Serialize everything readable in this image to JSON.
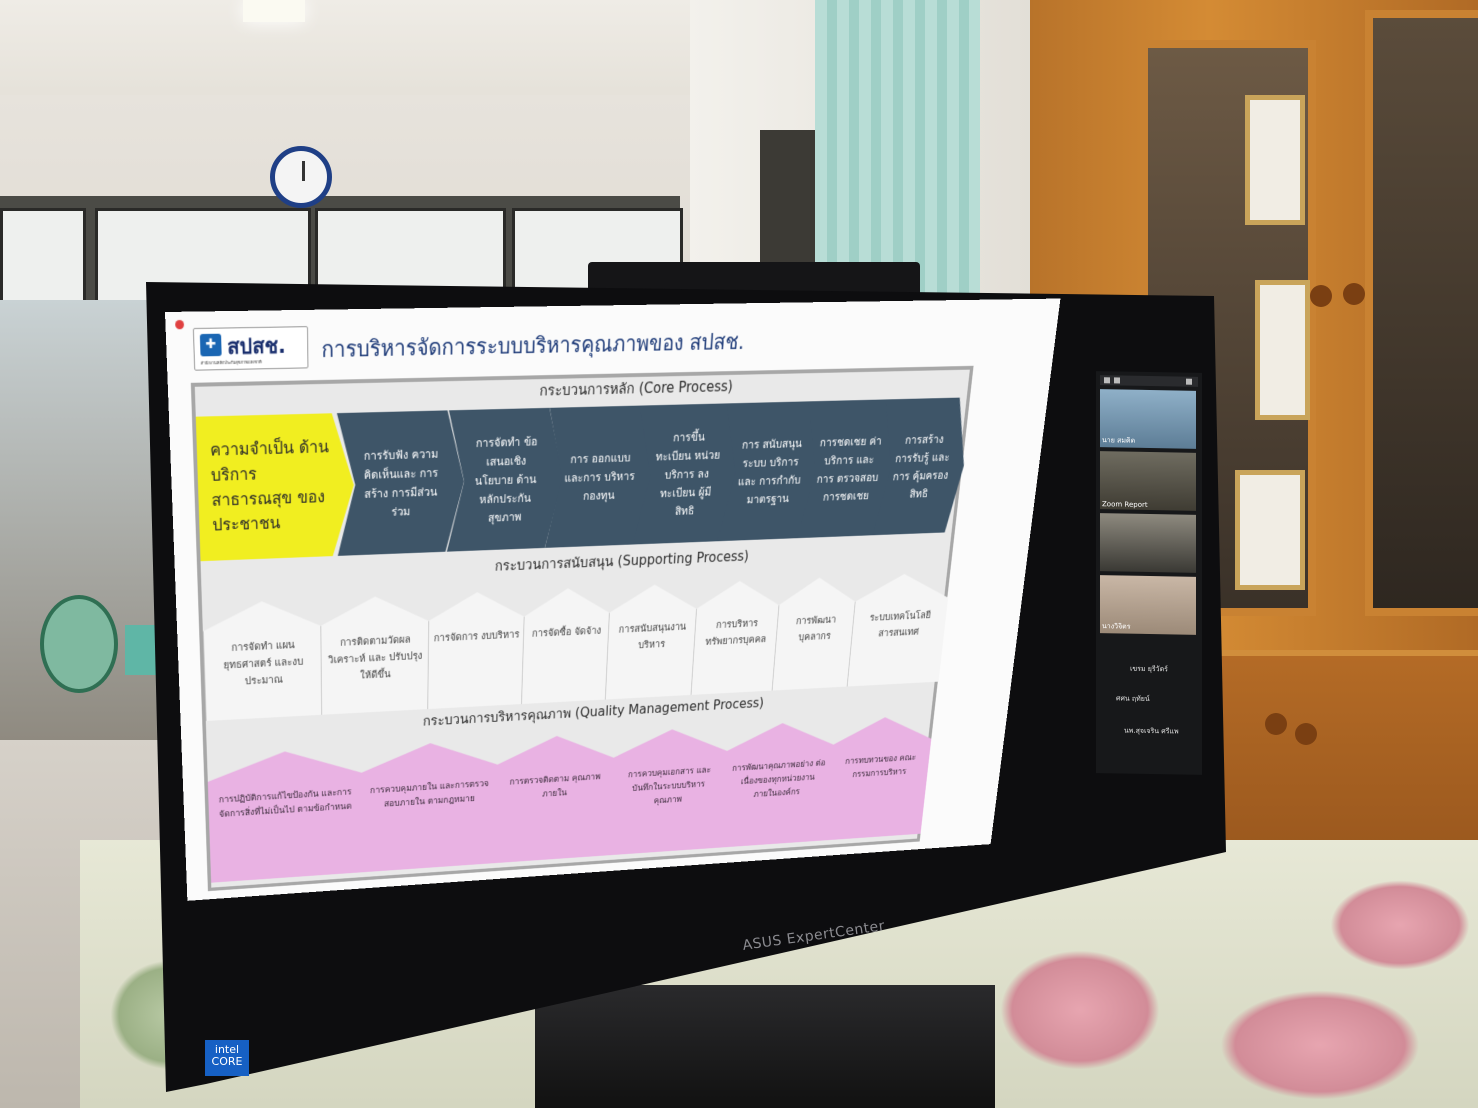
{
  "scene": {
    "monitor_brand": "ASUS ExpertCenter",
    "badge_text": "intel CORE"
  },
  "slide": {
    "logo_text": "สปสช.",
    "logo_subtext": "สำนักงานหลักประกันสุขภาพแห่งชาติ",
    "title": "การบริหารจัดการระบบบริหารคุณภาพของ สปสช.",
    "core_label": "กระบวนการหลัก (Core Process)",
    "need_text": "ความจำเป็น ด้านบริการ สาธารณสุข ของประชาชน",
    "core_steps": [
      "การรับฟัง ความ คิดเห็นและ การสร้าง การมีส่วน ร่วม",
      "การจัดทำ ข้อเสนอเชิง นโยบาย ด้าน หลักประกัน สุขภาพ",
      "การ ออกแบบ และการ บริหาร กองทุน",
      "การขึ้น ทะเบียน หน่วย บริการ ลงทะเบียน ผู้มีสิทธิ",
      "การ สนับสนุน ระบบ บริการและ การกำกับ มาตรฐาน",
      "การชดเชย ค่าบริการ และการ ตรวจสอบ การชดเชย",
      "การสร้าง การรับรู้ และการ คุ้มครอง สิทธิ"
    ],
    "support_label": "กระบวนการสนับสนุน (Supporting Process)",
    "support_items": [
      "การจัดทำ แผนยุทธศาสตร์ และงบประมาณ",
      "การติดตามวัดผล วิเคราะห์ และ ปรับปรุงให้ดีขึ้น",
      "การจัดการ งบบริหาร",
      "การจัดซื้อ จัดจ้าง",
      "การสนับสนุนงาน บริหาร",
      "การบริหาร ทรัพยากรบุคคล",
      "การพัฒนา บุคลากร",
      "ระบบเทคโนโลยี สารสนเทศ"
    ],
    "quality_label": "กระบวนการบริหารคุณภาพ (Quality Management Process)",
    "quality_items": [
      "การปฏิบัติการแก้ไขป้องกัน และการจัดการสิ่งที่ไม่เป็นไป ตามข้อกำหนด",
      "การควบคุมภายใน และการตรวจสอบภายใน ตามกฎหมาย",
      "การตรวจติดตาม คุณภาพภายใน",
      "การควบคุมเอกสาร และบันทึกในระบบบริหาร คุณภาพ",
      "การพัฒนาคุณภาพอย่าง ต่อเนื่องของทุกหน่วยงาน ภายในองค์กร",
      "การทบทวนของ คณะกรรมการบริหาร"
    ]
  },
  "zoom": {
    "tile_names": [
      "นาย สมคิด",
      "Zoom Report",
      "",
      "นางวิจิตร"
    ],
    "participants": [
      "เขรม ยุรีวัตร์",
      "ศศน ฤทัยน์",
      "นพ.สุจเจริน ศรีแพ"
    ]
  },
  "colors": {
    "core_blue": "#3e5568",
    "need_yellow": "#f1ee20",
    "quality_pink": "#e9b2e3",
    "title_blue": "#1d3a78"
  }
}
